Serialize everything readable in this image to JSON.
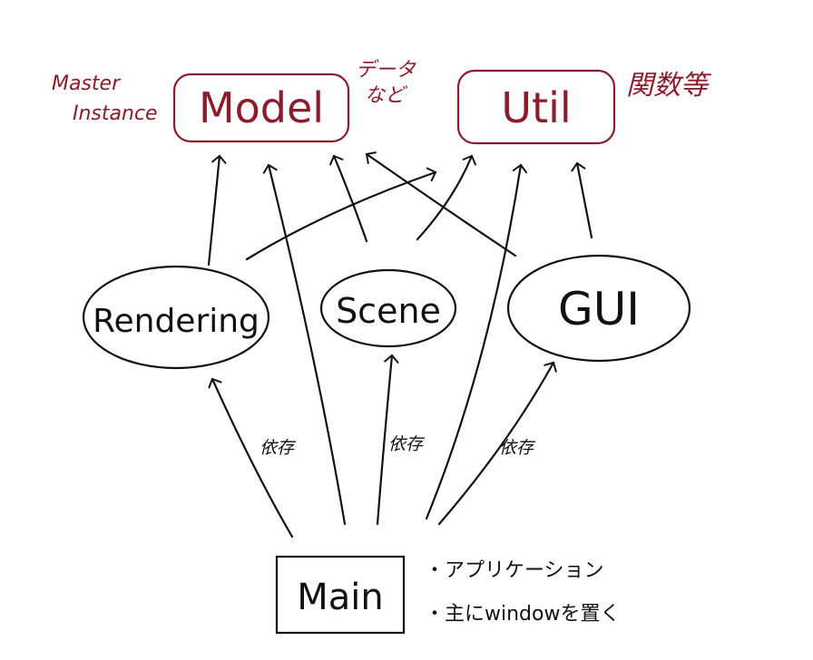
{
  "colors": {
    "ink": "#111111",
    "accent_red": "#8a1c2b",
    "background": "#ffffff"
  },
  "nodes": {
    "model": {
      "label": "Model"
    },
    "util": {
      "label": "Util"
    },
    "rendering": {
      "label": "Rendering"
    },
    "scene": {
      "label": "Scene"
    },
    "gui": {
      "label": "GUI"
    },
    "main": {
      "label": "Main"
    }
  },
  "annotations": {
    "master": "Master",
    "instance": "Instance",
    "data_line1": "データ",
    "data_line2": "など",
    "util_note": "関数等",
    "main_note1": "・アプリケーション",
    "main_note2": "・主にwindowを置く"
  },
  "edge_labels": {
    "left": "依存",
    "middle": "依存",
    "right": "依存"
  }
}
